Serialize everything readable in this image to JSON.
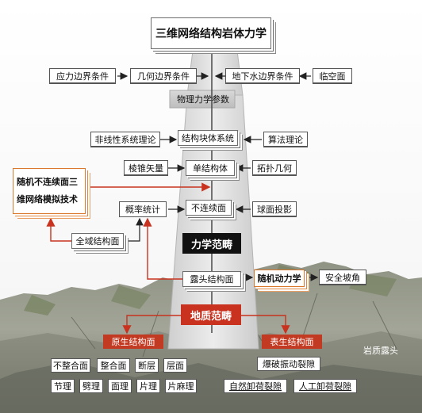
{
  "title": "三维网络结构岩体力学",
  "boundary": {
    "stress": "应力边界条件",
    "geometry": "几何边界条件",
    "groundwater": "地下水边界条件",
    "free_face": "临空面"
  },
  "physical_params": "物理力学参数",
  "system": {
    "nonlinear": "非线性系统理论",
    "block_system": "结构块体系统",
    "algorithm": "算法理论"
  },
  "single": {
    "cone_vector": "棱锥矢量",
    "single_block": "单结构体",
    "topology": "拓扑几何"
  },
  "random_sim": {
    "label_line1": "随机不连续面三",
    "label_line2": "维网络模拟技术"
  },
  "discontinuity": {
    "probability": "概率统计",
    "surface": "不连续面",
    "spherical": "球面投影",
    "global_plane": "全域结构面"
  },
  "mechanics_paradigm": "力学范畴",
  "outcrop": {
    "plane": "露头结构面",
    "random_dynamics": "随机动力学",
    "safe_slope": "安全坡角"
  },
  "geology_paradigm": "地质范畴",
  "primary": {
    "header": "原生结构面",
    "items_row1": [
      "不整合面",
      "整合面",
      "断层",
      "层面"
    ],
    "items_row2": [
      "节理",
      "劈理",
      "面理",
      "片理",
      "片麻理"
    ]
  },
  "epigenetic": {
    "header": "表生结构面",
    "items": [
      "爆破振动裂隙",
      "自然卸荷裂隙",
      "人工卸荷裂隙"
    ]
  },
  "photo_caption": "岩质露头",
  "colors": {
    "red": "#c8321f",
    "orange": "#d9772c",
    "black": "#111111"
  }
}
